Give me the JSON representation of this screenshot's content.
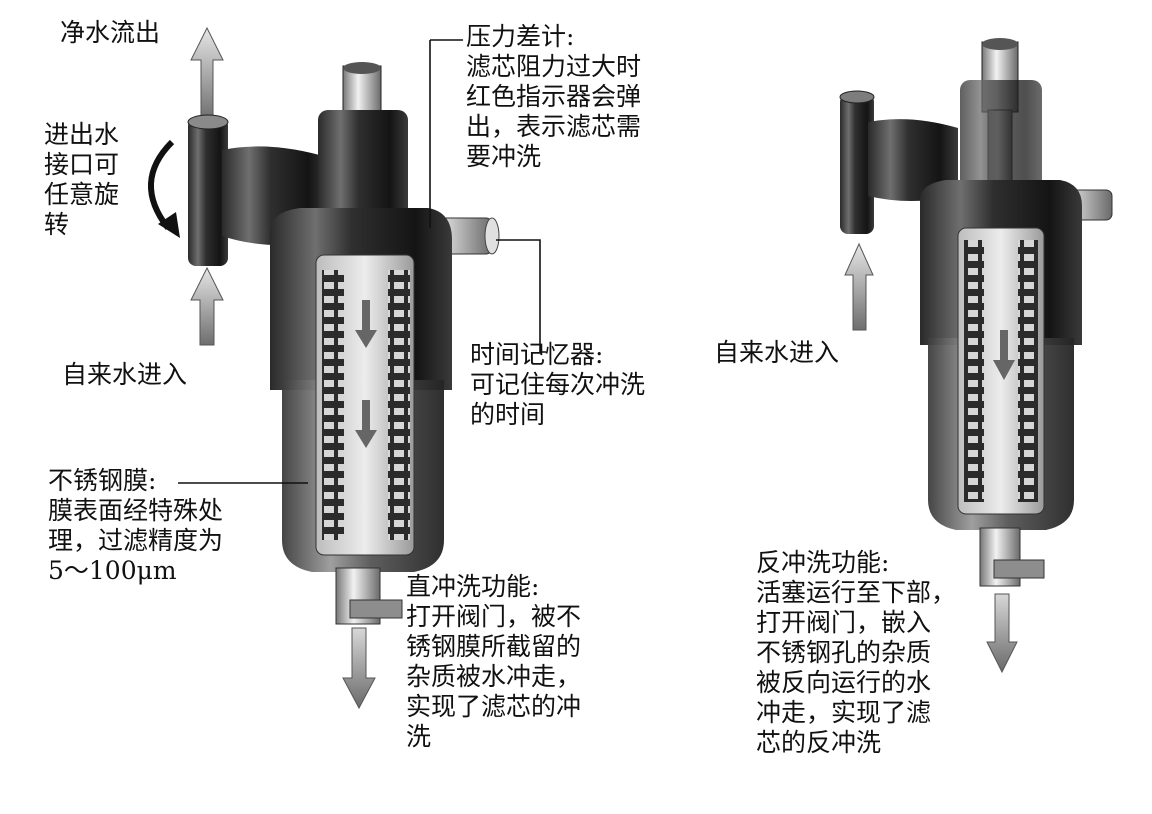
{
  "left_diagram": {
    "outlet_label": "净水流出",
    "rotate_label": "进出水\n接口可\n任意旋\n转",
    "inlet_label": "自来水进入",
    "pressure_gauge": "压力差计:\n滤芯阻力过大时\n红色指示器会弹\n出，表示滤芯需\n要冲洗",
    "time_memory": "时间记忆器:\n可记住每次冲洗\n的时间",
    "membrane": "不锈钢膜:\n膜表面经特殊处\n理，过滤精度为\n5～100μm",
    "direct_flush": "直冲洗功能:\n打开阀门，被不\n锈钢膜所截留的\n杂质被水冲走，\n实现了滤芯的冲\n洗"
  },
  "right_diagram": {
    "inlet_label": "自来水进入",
    "back_flush": "反冲洗功能:\n活塞运行至下部，\n打开阀门，嵌入\n不锈钢孔的杂质\n被反向运行的水\n冲走，实现了滤\n芯的反冲洗"
  },
  "colors": {
    "body_dark": "#1e1e1e",
    "body_mid": "#5a5a5a",
    "highlight": "#cfcfcf",
    "arrow_gray": "#9a9a9a"
  }
}
